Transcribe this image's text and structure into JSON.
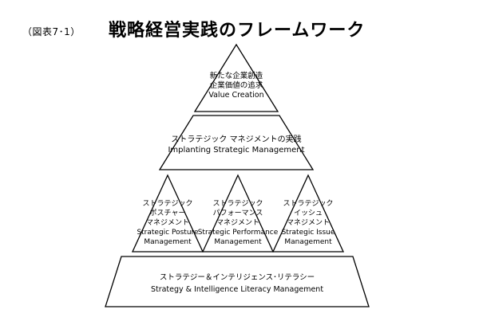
{
  "figure_label": "（図表7･1）",
  "title": "戦略経営実践のフレームワーク",
  "top": {
    "lines": [
      "新たな企業創造",
      "企業価値の追求",
      "Value Creation"
    ]
  },
  "middle": {
    "lines": [
      "ストラテジック マネジメントの実践",
      "Implanting Strategic Management"
    ]
  },
  "left": {
    "lines": [
      "ストラテジック",
      "ポスチャー",
      "マネジメント",
      "Strategic Posture",
      "Management"
    ]
  },
  "center": {
    "lines": [
      "ストラテジック",
      "パフォーマンス",
      "マネジメント",
      "Strategic Performance",
      "Management"
    ]
  },
  "right": {
    "lines": [
      "ストラテジック",
      "イッシュ",
      "マネジメント",
      "Strategic Issue",
      "Management"
    ]
  },
  "base": {
    "lines": [
      "ストラテジー＆インテリジェンス･リテラシー",
      "Strategy & Intelligence Literacy Management"
    ]
  },
  "colors": {
    "line": "#000000",
    "fill": "#ffffff",
    "text": "#000000"
  }
}
